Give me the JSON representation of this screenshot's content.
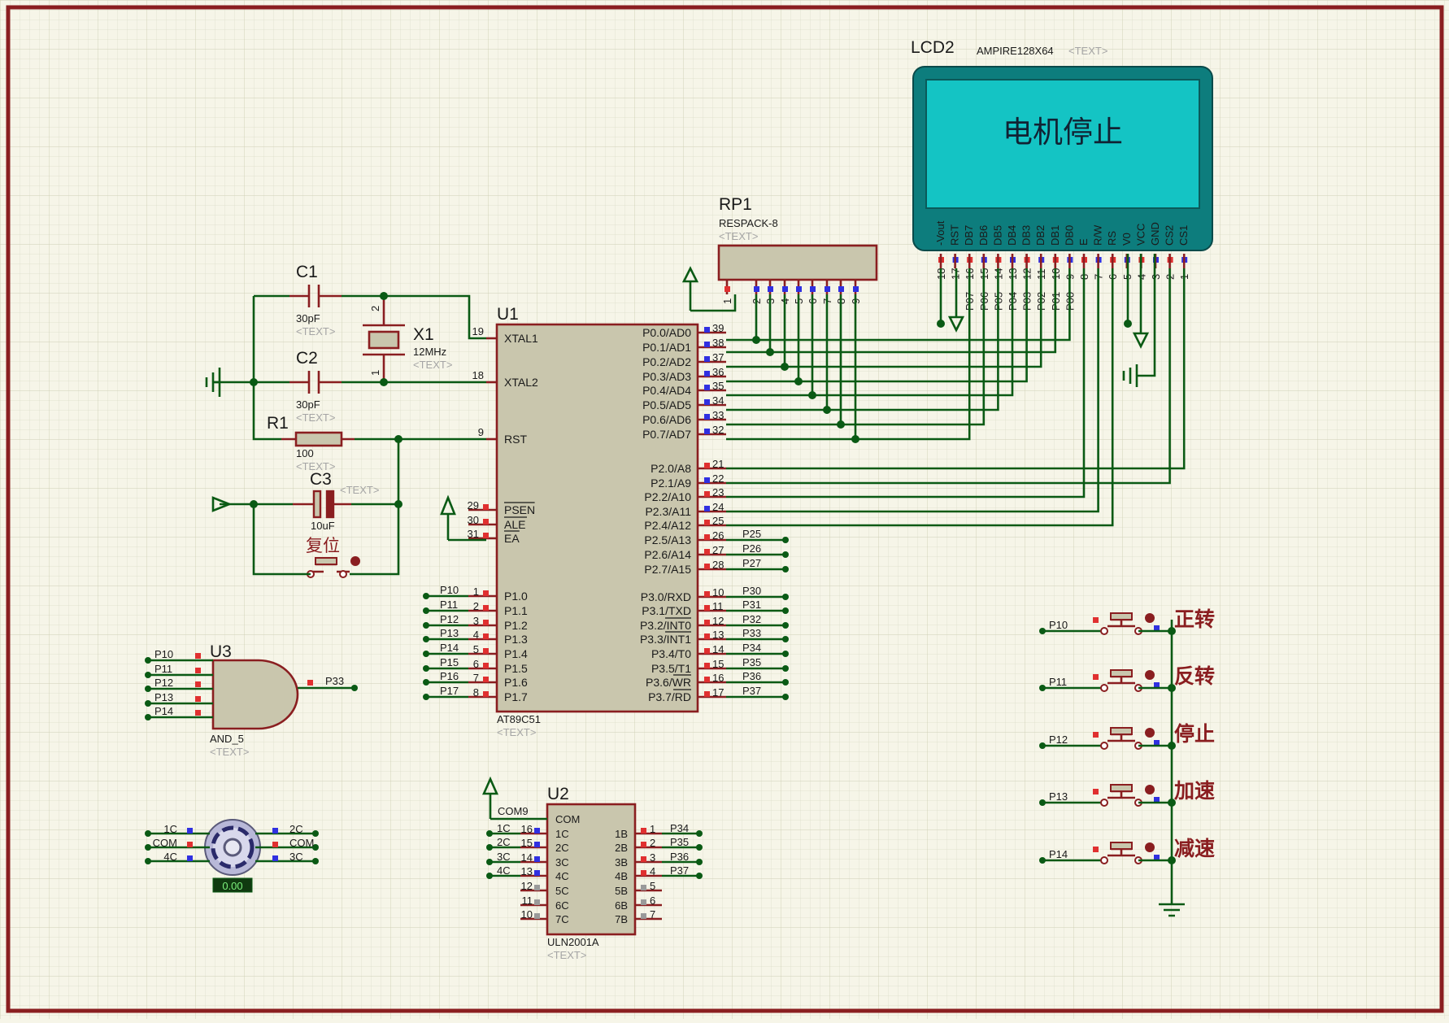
{
  "schematic": {
    "lcd": {
      "ref": "LCD2",
      "part": "AMPIRE128X64",
      "text_tag": "<TEXT>",
      "screen_text": "电机停止",
      "pins": [
        {
          "name": "-Vout",
          "num": "18"
        },
        {
          "name": "RST",
          "num": "17"
        },
        {
          "name": "DB7",
          "num": "16"
        },
        {
          "name": "DB6",
          "num": "15"
        },
        {
          "name": "DB5",
          "num": "14"
        },
        {
          "name": "DB4",
          "num": "13"
        },
        {
          "name": "DB3",
          "num": "12"
        },
        {
          "name": "DB2",
          "num": "11"
        },
        {
          "name": "DB1",
          "num": "10"
        },
        {
          "name": "DB0",
          "num": "9"
        },
        {
          "name": "E",
          "num": "8"
        },
        {
          "name": "R/W",
          "num": "7"
        },
        {
          "name": "RS",
          "num": "6"
        },
        {
          "name": "V0",
          "num": "5"
        },
        {
          "name": "VCC",
          "num": "4"
        },
        {
          "name": "GND",
          "num": "3"
        },
        {
          "name": "CS2",
          "num": "2"
        },
        {
          "name": "CS1",
          "num": "1"
        }
      ],
      "net_labels": [
        "P07",
        "P06",
        "P05",
        "P04",
        "P03",
        "P02",
        "P01",
        "P00"
      ]
    },
    "rp1": {
      "ref": "RP1",
      "part": "RESPACK-8",
      "text_tag": "<TEXT>",
      "pin_nums": [
        "1",
        "2",
        "3",
        "4",
        "5",
        "6",
        "7",
        "8",
        "9"
      ]
    },
    "u1": {
      "ref": "U1",
      "part": "AT89C51",
      "text_tag": "<TEXT>",
      "left_pins": [
        {
          "name": "XTAL1",
          "num": "19"
        },
        {
          "name": "XTAL2",
          "num": "18"
        },
        {
          "name": "RST",
          "num": "9"
        },
        {
          "name": "PSEN",
          "num": "29"
        },
        {
          "name": "ALE",
          "num": "30"
        },
        {
          "name": "EA",
          "num": "31"
        },
        {
          "name": "P1.0",
          "num": "1",
          "net": "P10"
        },
        {
          "name": "P1.1",
          "num": "2",
          "net": "P11"
        },
        {
          "name": "P1.2",
          "num": "3",
          "net": "P12"
        },
        {
          "name": "P1.3",
          "num": "4",
          "net": "P13"
        },
        {
          "name": "P1.4",
          "num": "5",
          "net": "P14"
        },
        {
          "name": "P1.5",
          "num": "6",
          "net": "P15"
        },
        {
          "name": "P1.6",
          "num": "7",
          "net": "P16"
        },
        {
          "name": "P1.7",
          "num": "8",
          "net": "P17"
        }
      ],
      "right_pins": [
        {
          "name": "P0.0/AD0",
          "num": "39"
        },
        {
          "name": "P0.1/AD1",
          "num": "38"
        },
        {
          "name": "P0.2/AD2",
          "num": "37"
        },
        {
          "name": "P0.3/AD3",
          "num": "36"
        },
        {
          "name": "P0.4/AD4",
          "num": "35"
        },
        {
          "name": "P0.5/AD5",
          "num": "34"
        },
        {
          "name": "P0.6/AD6",
          "num": "33"
        },
        {
          "name": "P0.7/AD7",
          "num": "32"
        },
        {
          "name": "P2.0/A8",
          "num": "21"
        },
        {
          "name": "P2.1/A9",
          "num": "22"
        },
        {
          "name": "P2.2/A10",
          "num": "23"
        },
        {
          "name": "P2.3/A11",
          "num": "24"
        },
        {
          "name": "P2.4/A12",
          "num": "25"
        },
        {
          "name": "P2.5/A13",
          "num": "26",
          "net": "P25"
        },
        {
          "name": "P2.6/A14",
          "num": "27",
          "net": "P26"
        },
        {
          "name": "P2.7/A15",
          "num": "28",
          "net": "P27"
        },
        {
          "name": "P3.0/RXD",
          "num": "10",
          "net": "P30"
        },
        {
          "name": "P3.1/TXD",
          "num": "11",
          "net": "P31"
        },
        {
          "name": "P3.2/INT0",
          "num": "12",
          "net": "P32"
        },
        {
          "name": "P3.3/INT1",
          "num": "13",
          "net": "P33"
        },
        {
          "name": "P3.4/T0",
          "num": "14",
          "net": "P34"
        },
        {
          "name": "P3.5/T1",
          "num": "15",
          "net": "P35"
        },
        {
          "name": "P3.6/WR",
          "num": "16",
          "net": "P36"
        },
        {
          "name": "P3.7/RD",
          "num": "17",
          "net": "P37"
        }
      ]
    },
    "c1": {
      "ref": "C1",
      "value": "30pF",
      "text_tag": "<TEXT>"
    },
    "c2": {
      "ref": "C2",
      "value": "30pF",
      "text_tag": "<TEXT>"
    },
    "c3": {
      "ref": "C3",
      "value": "10uF",
      "text_tag": "<TEXT>"
    },
    "x1": {
      "ref": "X1",
      "value": "12MHz",
      "text_tag": "<TEXT>",
      "pin1": "1",
      "pin2": "2"
    },
    "r1": {
      "ref": "R1",
      "value": "100",
      "text_tag": "<TEXT>"
    },
    "reset_button": {
      "label": "复位"
    },
    "u3": {
      "ref": "U3",
      "part": "AND_5",
      "text_tag": "<TEXT>",
      "inputs": [
        "P10",
        "P11",
        "P12",
        "P13",
        "P14"
      ],
      "output": "P33"
    },
    "motor": {
      "pins_left": [
        "1C",
        "COM",
        "4C"
      ],
      "pins_right": [
        "2C",
        "COM",
        "3C"
      ],
      "readout": "0.00"
    },
    "u2": {
      "ref": "U2",
      "part": "ULN2001A",
      "text_tag": "<TEXT>",
      "com_net": "COM9",
      "left_pins": [
        {
          "name": "COM",
          "num": ""
        },
        {
          "name": "1C",
          "num": "16",
          "net": "1C"
        },
        {
          "name": "2C",
          "num": "15",
          "net": "2C"
        },
        {
          "name": "3C",
          "num": "14",
          "net": "3C"
        },
        {
          "name": "4C",
          "num": "13",
          "net": "4C"
        },
        {
          "name": "5C",
          "num": "12"
        },
        {
          "name": "6C",
          "num": "11"
        },
        {
          "name": "7C",
          "num": "10"
        }
      ],
      "right_pins": [
        {
          "name": "1B",
          "num": "1",
          "net": "P34"
        },
        {
          "name": "2B",
          "num": "2",
          "net": "P35"
        },
        {
          "name": "3B",
          "num": "3",
          "net": "P36"
        },
        {
          "name": "4B",
          "num": "4",
          "net": "P37"
        },
        {
          "name": "5B",
          "num": "5"
        },
        {
          "name": "6B",
          "num": "6"
        },
        {
          "name": "7B",
          "num": "7"
        }
      ]
    },
    "buttons": [
      {
        "net": "P10",
        "label": "正转"
      },
      {
        "net": "P11",
        "label": "反转"
      },
      {
        "net": "P12",
        "label": "停止"
      },
      {
        "net": "P13",
        "label": "加速"
      },
      {
        "net": "P14",
        "label": "减速"
      }
    ],
    "colors": {
      "background": "#f6f5e8",
      "grid": "#dcdcc9",
      "frame": "#8a1e20",
      "wire": "#0a5a14",
      "component_fill": "#c9c6ad",
      "lcd_bezel": "#0d7d7d",
      "lcd_screen": "#14c4c4",
      "pin_red": "#e03030",
      "pin_blue": "#3030e0"
    }
  }
}
